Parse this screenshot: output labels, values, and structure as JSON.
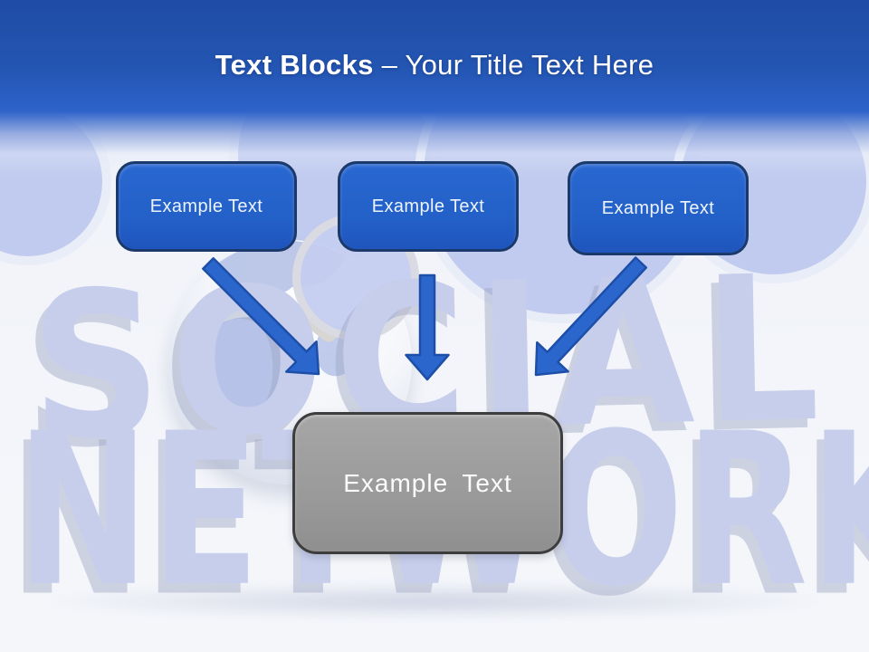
{
  "slide": {
    "header": {
      "title_bold": "Text Blocks",
      "title_rest": "– Your Title Text Here"
    },
    "background": {
      "top_word": "SOCIAL",
      "bottom_word": "NETWORK"
    },
    "source_blocks": [
      {
        "label": "Example Text"
      },
      {
        "label": "Example Text"
      },
      {
        "label": "Example Text"
      }
    ],
    "arrows": [
      {
        "name": "arrow-down-right"
      },
      {
        "name": "arrow-down"
      },
      {
        "name": "arrow-down-left"
      }
    ],
    "target_block": {
      "label": "Example Text"
    },
    "colors": {
      "header_top": "#1f4ca5",
      "header_mid": "#2e63c9",
      "block_fill": "#2361c9",
      "block_border": "#1b3a6b",
      "arrow_fill": "#2b66cd",
      "arrow_stroke": "#1d4fa8",
      "target_fill": "#9b9b9b",
      "target_border": "#3d3d3d",
      "background_word": "#c6ceec"
    }
  }
}
